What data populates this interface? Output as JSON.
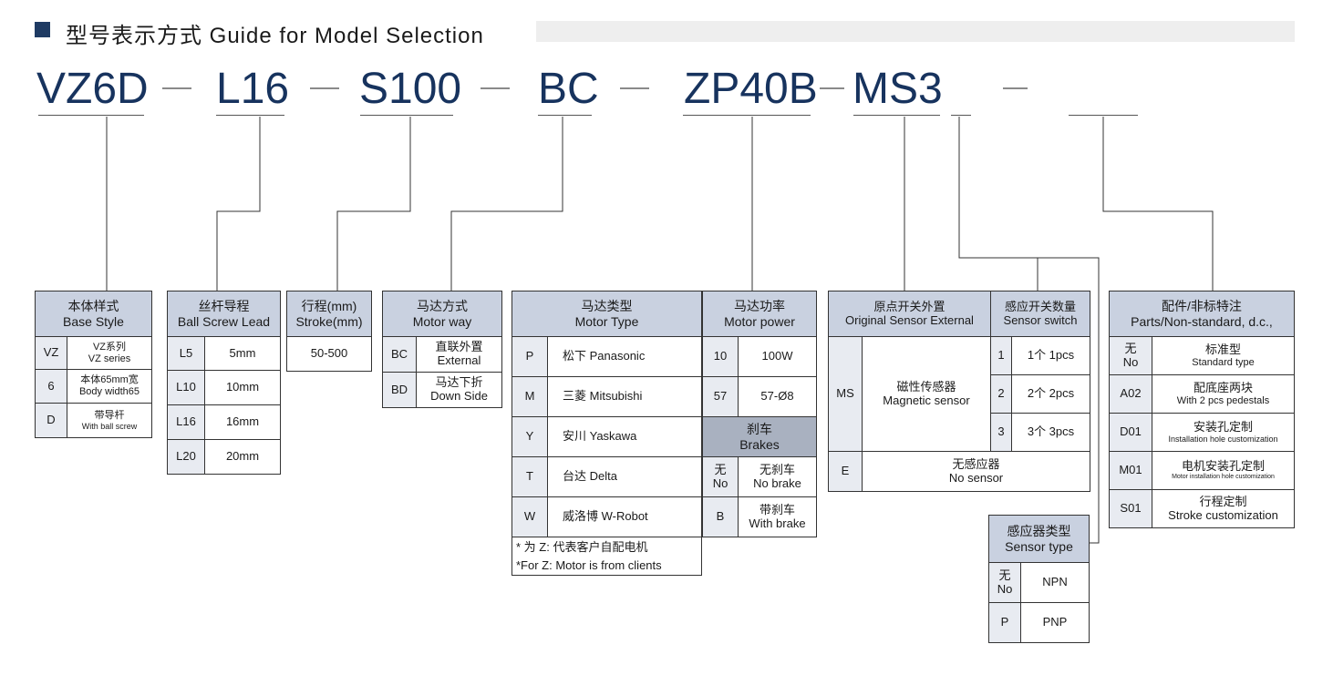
{
  "header": {
    "title": "型号表示方式  Guide for Model Selection"
  },
  "model_code": {
    "series": "VZ6D",
    "lead": "L16",
    "stroke": "S100",
    "motor_way": "BC",
    "motor": "ZP40B",
    "sensor": "MS3"
  },
  "base_style": {
    "header_cn": "本体样式",
    "header_en": "Base Style",
    "rows": [
      {
        "code": "VZ",
        "cn": "VZ系列",
        "en": "VZ series"
      },
      {
        "code": "6",
        "cn": "本体65mm宽",
        "en": "Body width65"
      },
      {
        "code": "D",
        "cn": "带导杆",
        "en": "With ball screw"
      }
    ]
  },
  "ball_screw": {
    "header_cn": "丝杆导程",
    "header_en": "Ball Screw Lead",
    "rows": [
      {
        "code": "L5",
        "value": "5mm"
      },
      {
        "code": "L10",
        "value": "10mm"
      },
      {
        "code": "L16",
        "value": "16mm"
      },
      {
        "code": "L20",
        "value": "20mm"
      }
    ]
  },
  "stroke": {
    "header_cn": "行程(mm)",
    "header_en": "Stroke(mm)",
    "value": "50-500"
  },
  "motor_way": {
    "header_cn": "马达方式",
    "header_en": "Motor way",
    "rows": [
      {
        "code": "BC",
        "cn": "直联外置",
        "en": "External"
      },
      {
        "code": "BD",
        "cn": "马达下折",
        "en": "Down Side"
      }
    ]
  },
  "motor_type": {
    "header_cn": "马达类型",
    "header_en": "Motor Type",
    "rows": [
      {
        "code": "P",
        "name": "松下   Panasonic"
      },
      {
        "code": "M",
        "name": "三菱   Mitsubishi"
      },
      {
        "code": "Y",
        "name": "安川   Yaskawa"
      },
      {
        "code": "T",
        "name": "台达   Delta"
      },
      {
        "code": "W",
        "name": "威洛博  W-Robot"
      }
    ],
    "note_cn": "* 为 Z: 代表客户自配电机",
    "note_en": "*For Z: Motor is from clients"
  },
  "motor_power": {
    "header_cn": "马达功率",
    "header_en": "Motor power",
    "rows": [
      {
        "code": "10",
        "value": "100W"
      },
      {
        "code": "57",
        "value": "57-Ø8"
      }
    ]
  },
  "brakes": {
    "header_cn": "刹车",
    "header_en": "Brakes",
    "rows": [
      {
        "code_cn": "无",
        "code_en": "No",
        "cn": "无刹车",
        "en": "No brake"
      },
      {
        "code": "B",
        "cn": "带刹车",
        "en": "With brake"
      }
    ]
  },
  "origin_sensor": {
    "header_cn": "原点开关外置",
    "header_en": "Original Sensor External",
    "ms_code": "MS",
    "ms_cn": "磁性传感器",
    "ms_en": "Magnetic sensor",
    "e_code": "E",
    "e_cn": "无感应器",
    "e_en": "No sensor"
  },
  "sensor_switch": {
    "header_cn": "感应开关数量",
    "header_en": "Sensor switch",
    "rows": [
      {
        "code": "1",
        "value": "1个  1pcs"
      },
      {
        "code": "2",
        "value": "2个  2pcs"
      },
      {
        "code": "3",
        "value": "3个  3pcs"
      }
    ]
  },
  "sensor_type": {
    "header_cn": "感应器类型",
    "header_en": "Sensor type",
    "rows": [
      {
        "code_cn": "无",
        "code_en": "No",
        "value": "NPN"
      },
      {
        "code": "P",
        "value": "PNP"
      }
    ]
  },
  "parts": {
    "header_cn": "配件/非标特注",
    "header_en": "Parts/Non-standard, d.c.,",
    "rows": [
      {
        "code_cn": "无",
        "code_en": "No",
        "cn": "标准型",
        "en": "Standard type"
      },
      {
        "code": "A02",
        "cn": "配底座两块",
        "en": "With 2 pcs pedestals"
      },
      {
        "code": "D01",
        "cn": "安装孔定制",
        "en": "Installation hole customization"
      },
      {
        "code": "M01",
        "cn": "电机安装孔定制",
        "en": "Motor installation hole customization"
      },
      {
        "code": "S01",
        "cn": "行程定制",
        "en": "Stroke customization"
      }
    ]
  }
}
